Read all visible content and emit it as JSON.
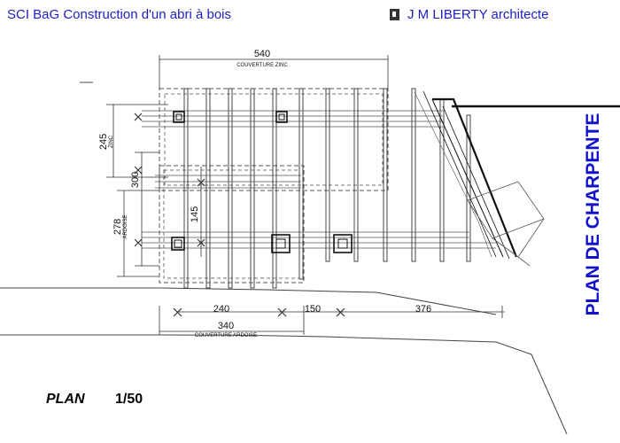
{
  "header": {
    "project_title": "SCI BaG Construction d'un abri à bois",
    "architect": "J M LIBERTY architecte"
  },
  "footer": {
    "plan_label": "PLAN",
    "scale": "1/50",
    "sheet_title": "PLAN DE CHARPENTE"
  },
  "dimensions": {
    "zinc_width": "540",
    "zinc_caption": "COUVERTURE ZINC",
    "height_245": "245",
    "zinc_small": "ZINC",
    "height_300": "300",
    "height_278": "278",
    "ardoise_small": "ARDOISE",
    "height_145": "145",
    "span_240": "240",
    "span_150": "150",
    "span_376": "376",
    "ardoise_width": "340",
    "ardoise_caption": "COUVERTURE ARDOISE"
  },
  "colors": {
    "title_blue": "#1e1ec8",
    "sheet_title_blue": "#1212cc",
    "line": "#444444"
  }
}
